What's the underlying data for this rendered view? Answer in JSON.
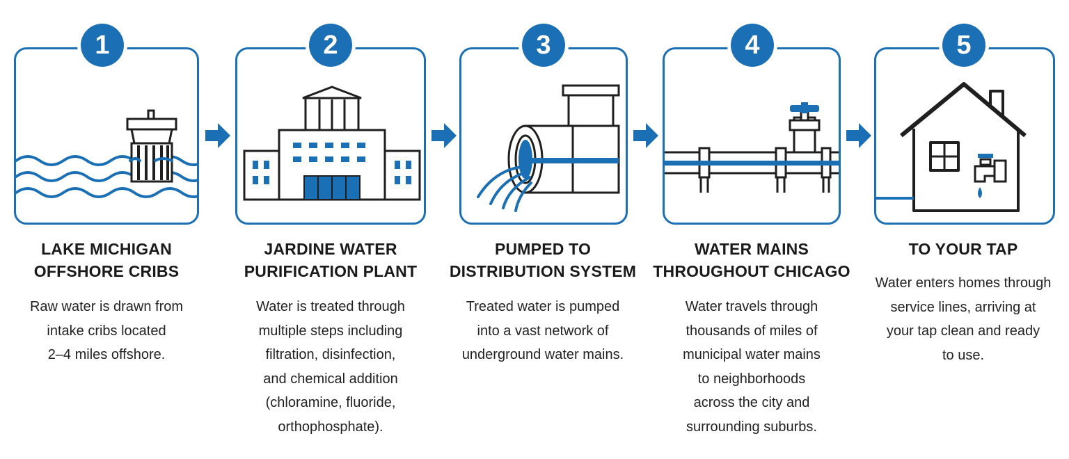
{
  "colors": {
    "accent": "#1a6fb5",
    "stroke": "#1f1f1f"
  },
  "steps": [
    {
      "number": "1",
      "icon": "water-intake-crib-icon",
      "title_lines": [
        "LAKE MICHIGAN",
        "OFFSHORE CRIBS"
      ],
      "desc_lines": [
        "Raw water is drawn from",
        "intake cribs located",
        "2–4 miles offshore."
      ]
    },
    {
      "number": "2",
      "icon": "purification-plant-icon",
      "title_lines": [
        "JARDINE WATER",
        "PURIFICATION PLANT"
      ],
      "desc_lines": [
        "Water is treated through",
        "multiple steps including",
        "filtration, disinfection,",
        "and chemical addition",
        "(chloramine, fluoride,",
        "orthophosphate)."
      ]
    },
    {
      "number": "3",
      "icon": "pump-pipe-icon",
      "title_lines": [
        "PUMPED TO",
        "DISTRIBUTION SYSTEM"
      ],
      "desc_lines": [
        "Treated water is pumped",
        "into a vast network of",
        "underground water mains."
      ]
    },
    {
      "number": "4",
      "icon": "water-main-valve-icon",
      "title_lines": [
        "WATER MAINS",
        "THROUGHOUT CHICAGO"
      ],
      "desc_lines": [
        "Water travels through",
        "thousands of miles of",
        "municipal water mains",
        "to neighborhoods",
        "across the city and",
        "surrounding suburbs."
      ]
    },
    {
      "number": "5",
      "icon": "house-tap-icon",
      "title_lines": [
        "TO YOUR TAP"
      ],
      "desc_lines": [
        "Water enters homes through",
        "service lines, arriving at",
        "your tap clean and ready",
        "to use."
      ]
    }
  ]
}
